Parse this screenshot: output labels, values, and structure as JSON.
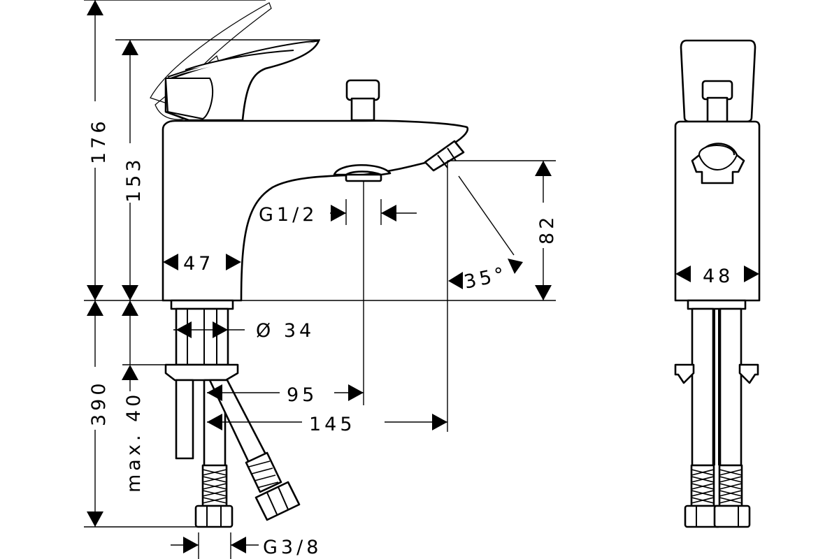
{
  "dimensions": {
    "height_total": "176",
    "height_spout": "153",
    "spout_height_outlet": "82",
    "body_width_side": "47",
    "body_width_front": "48",
    "outlet_thread": "G1/2",
    "spout_angle": "35°",
    "shank_diameter": "Ø 34",
    "hose_length": "390",
    "max_deck_thickness": "max. 40",
    "outlet_reach": "95",
    "spout_reach": "145",
    "hose_thread": "G3/8"
  }
}
